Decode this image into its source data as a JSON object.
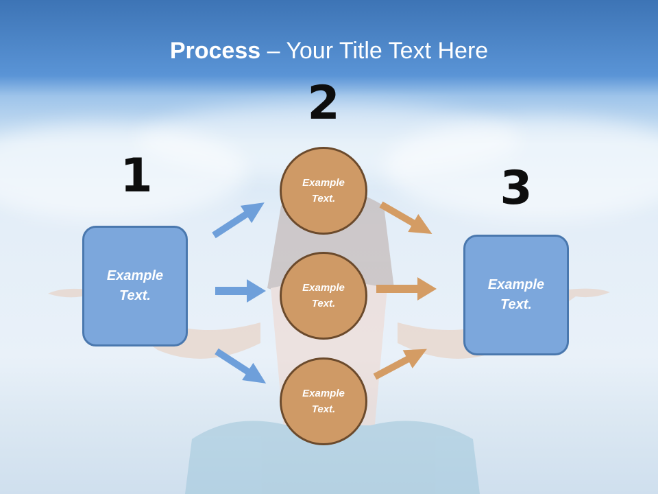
{
  "title": {
    "bold": "Process",
    "rest": " – Your Title Text Here"
  },
  "steps": [
    {
      "number": "1",
      "label": "Example\nText."
    },
    {
      "number": "2",
      "label": "Example\nText."
    },
    {
      "number": "3",
      "label": "Example\nText."
    }
  ],
  "middle_items": [
    {
      "label": "Example\nText."
    },
    {
      "label": "Example\nText."
    },
    {
      "label": "Example\nText."
    }
  ],
  "colors": {
    "box_fill": "#7ca7dc",
    "box_border": "#4a78ae",
    "circle_fill": "#cf9a66",
    "circle_border": "#6b4a2c",
    "blue_arrow": "#6e9fda",
    "orange_arrow": "#d49c64"
  }
}
